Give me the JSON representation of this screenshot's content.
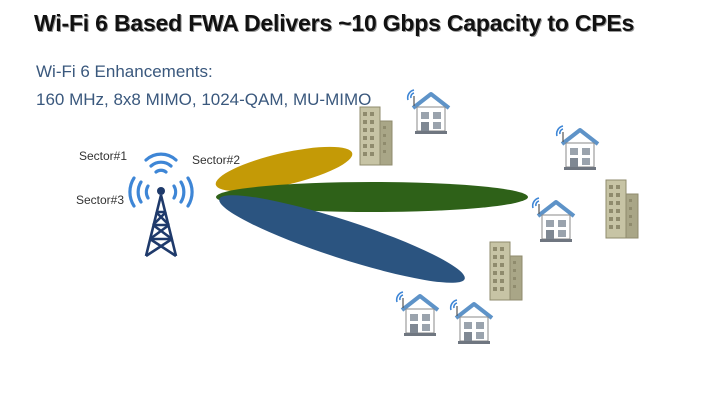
{
  "slide": {
    "title": "Wi-Fi 6 Based FWA Delivers ~10 Gbps Capacity to CPEs",
    "subtitle_line1": "Wi-Fi 6 Enhancements:",
    "subtitle_line2": "160 MHz, 8x8 MIMO, 1024-QAM, MU-MIMO"
  },
  "sectors": [
    {
      "label": "Sector#1",
      "color": "#c49a06"
    },
    {
      "label": "Sector#2",
      "color": "#2e6118"
    },
    {
      "label": "Sector#3",
      "color": "#2b5480"
    }
  ],
  "icons": {
    "tower": "cell-tower-icon",
    "house": "house-cpe-icon",
    "building": "office-building-icon"
  },
  "colors": {
    "title": "#111111",
    "subtitle": "#3a587d",
    "tower": "#1f3a6b",
    "waves": "#3e86d6",
    "house_roof": "#5e93c8"
  }
}
